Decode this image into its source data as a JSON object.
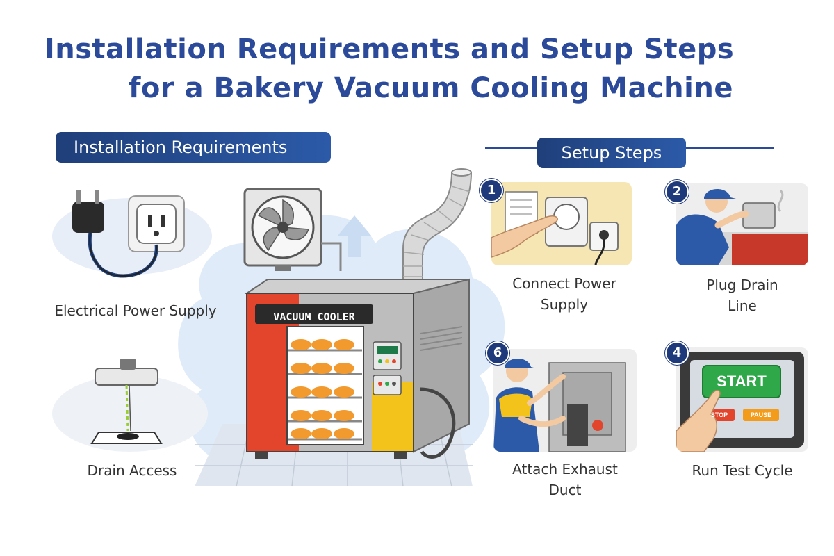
{
  "title": {
    "line1": "Installation Requirements and Setup Steps",
    "line2": "for a Bakery Vacuum Cooling Machine"
  },
  "requirements": {
    "heading": "Installation Requirements",
    "items": [
      {
        "label": "Electrical Power Supply",
        "icon": "power-plug-icon"
      },
      {
        "label": "Drain Access",
        "icon": "floor-drain-icon"
      }
    ]
  },
  "machine": {
    "label": "VACUUM COOLER"
  },
  "setup": {
    "heading": "Setup Steps",
    "steps": [
      {
        "number": "1",
        "label_line1": "Connect Power",
        "label_line2": "Supply"
      },
      {
        "number": "2",
        "label_line1": "Plug Drain",
        "label_line2": "Line"
      },
      {
        "number": "6",
        "label_line1": "Attach Exhaust",
        "label_line2": "Duct"
      },
      {
        "number": "4",
        "label_line1": "Run Test Cycle",
        "label_line2": ""
      }
    ],
    "panel": {
      "start": "START",
      "stop": "STOP",
      "pause": "PAUSE"
    }
  },
  "colors": {
    "title": "#2c4a9a",
    "pill": "#1f3f7a",
    "machine_red": "#e2452b",
    "machine_yellow": "#f3c21b",
    "start_green": "#2fa84a"
  }
}
